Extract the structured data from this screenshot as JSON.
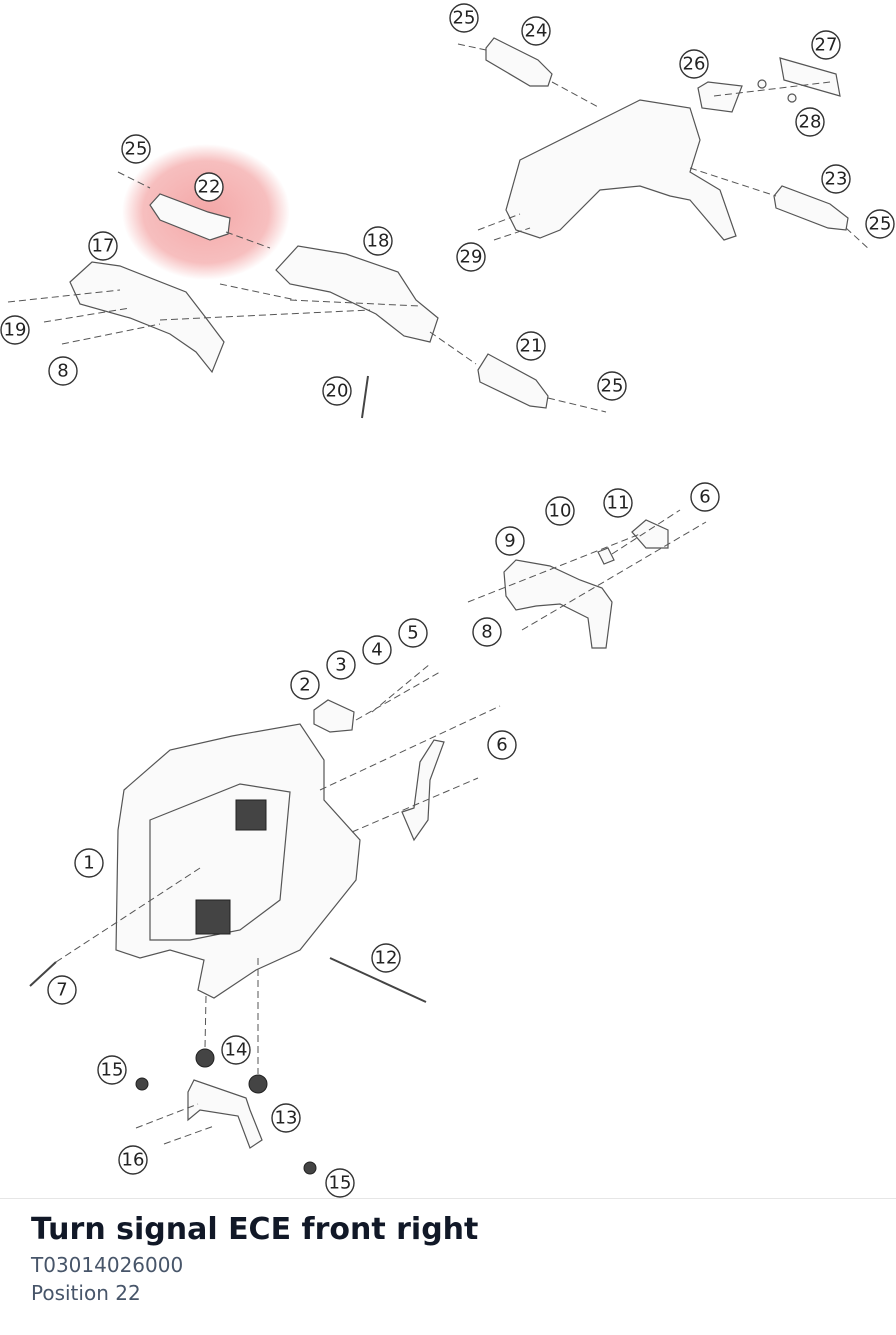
{
  "part": {
    "title": "Turn signal ECE front right",
    "number": "T03014026000",
    "position": "Position 22"
  },
  "diagram": {
    "highlight_color": "#f08a8a",
    "highlighted_callout": "22",
    "callouts": [
      "1",
      "2",
      "3",
      "4",
      "5",
      "6",
      "6",
      "7",
      "8",
      "8",
      "9",
      "10",
      "11",
      "12",
      "13",
      "14",
      "15",
      "15",
      "16",
      "17",
      "18",
      "19",
      "20",
      "21",
      "22",
      "23",
      "24",
      "25",
      "25",
      "25",
      "25",
      "26",
      "27",
      "28",
      "29"
    ]
  }
}
